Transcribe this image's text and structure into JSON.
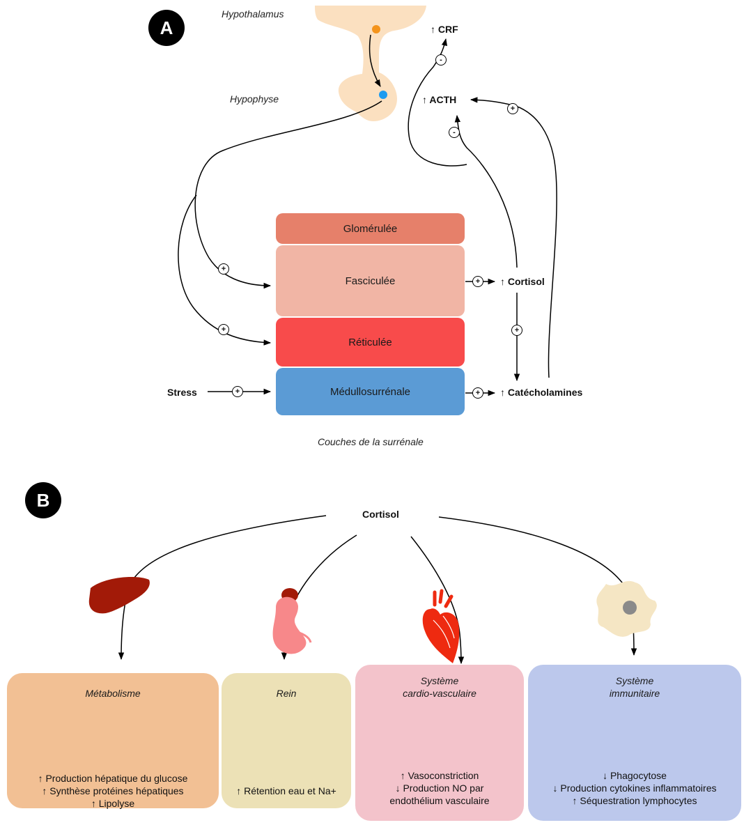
{
  "panel_a": {
    "badge": "A",
    "hypothalamus": "Hypothalamus",
    "hypophyse": "Hypophyse",
    "crf": "↑ CRF",
    "acth": "↑ ACTH",
    "layers": {
      "glomerulee": "Glomérulée",
      "fasciculee": "Fasciculée",
      "reticulee": "Réticulée",
      "medullo": "Médullosurrénale"
    },
    "cortisol": "↑ Cortisol",
    "catecholamines": "↑ Catécholamines",
    "stress": "Stress",
    "caption": "Couches de la surrénale",
    "plus": "+",
    "minus": "-"
  },
  "panel_b": {
    "badge": "B",
    "cortisol": "Cortisol",
    "cards": {
      "metabolisme": {
        "title": "Métabolisme",
        "effects": [
          "↑ Production hépatique du glucose",
          "↑ Synthèse protéines hépatiques",
          "↑ Lipolyse"
        ]
      },
      "rein": {
        "title": "Rein",
        "effects": [
          "↑ Rétention eau et Na+"
        ]
      },
      "cardio": {
        "title_line1": "Système",
        "title_line2": "cardio-vasculaire",
        "effects": [
          "↑ Vasoconstriction",
          "↓ Production NO par",
          "endothélium vasculaire"
        ]
      },
      "immun": {
        "title_line1": "Système",
        "title_line2": "immunitaire",
        "effects": [
          "↓ Phagocytose",
          "↓ Production cytokines inflammatoires",
          "↑ Séquestration lymphocytes"
        ]
      }
    }
  },
  "colors": {
    "pituitary": "#fbe0c0",
    "glomerulee": "#e6806a",
    "fasciculee": "#f1b5a5",
    "reticulee": "#f84b4b",
    "medullo": "#5b9bd5",
    "card_metabolisme": "#f2c094",
    "card_rein": "#ece1b6",
    "card_cardio": "#f3c3cb",
    "card_immun": "#bcc8ec"
  }
}
